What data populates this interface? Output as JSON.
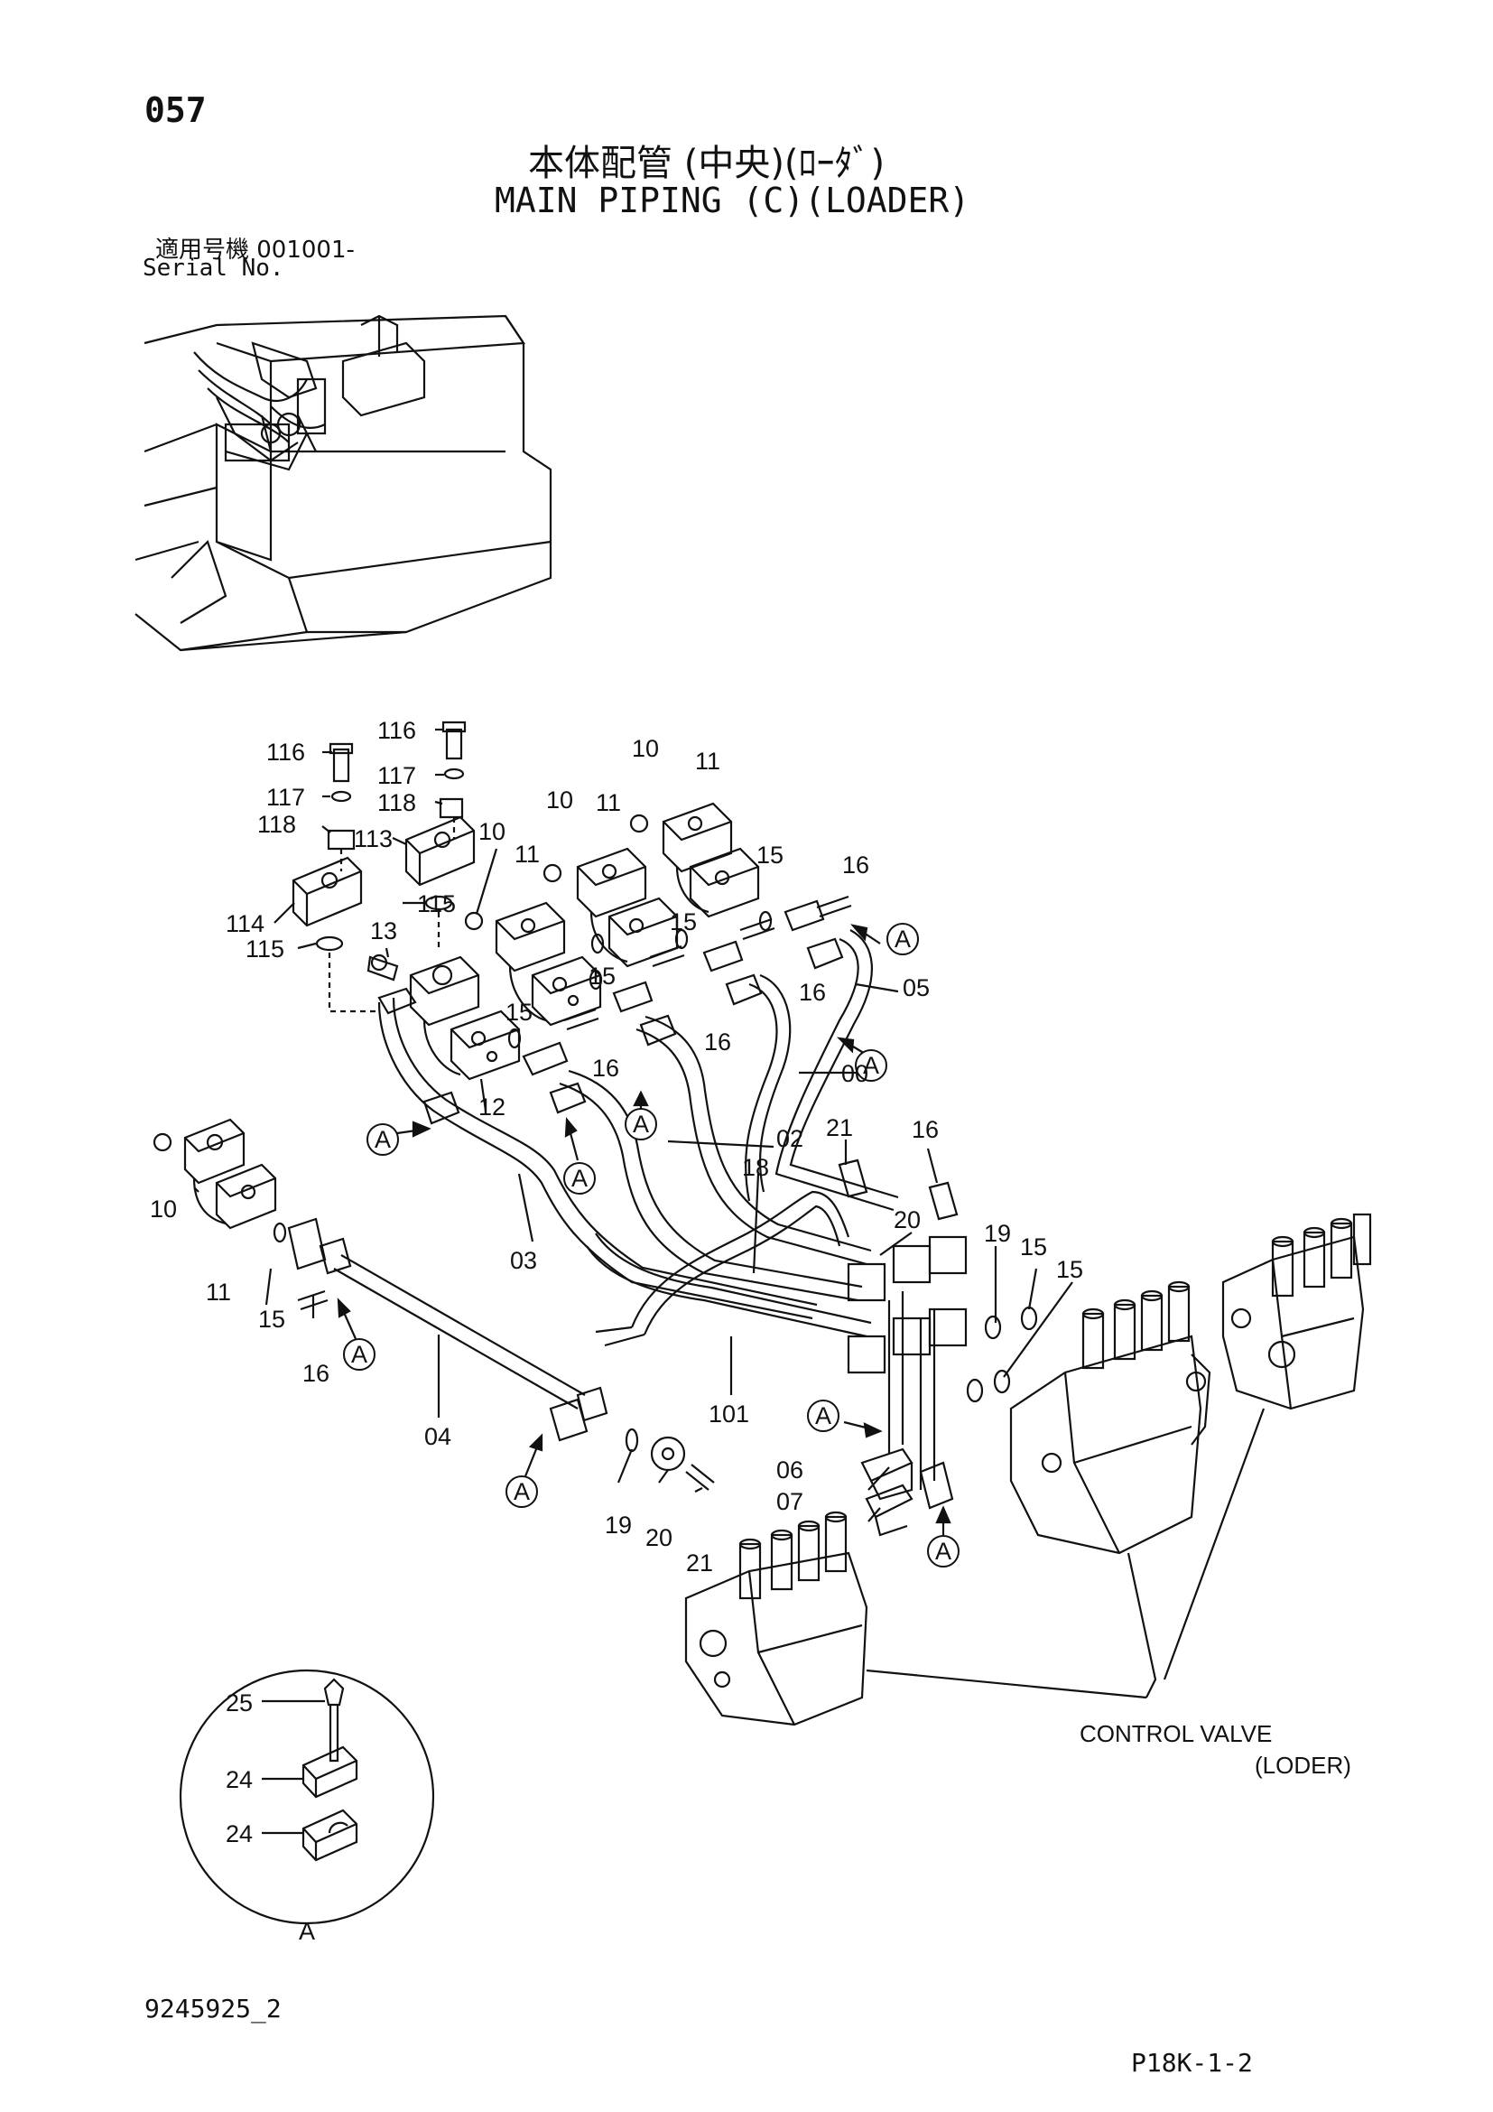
{
  "header": {
    "page_number": "057",
    "title_jp": "本体配管 (中央)(ﾛｰﾀﾞ)",
    "title_en": "MAIN PIPING (C)(LOADER)",
    "serial_label_jp": "適用号機  001001-",
    "serial_label_en": "Serial No."
  },
  "callouts": [
    "116",
    "116",
    "117",
    "117",
    "118",
    "118",
    "113",
    "114",
    "115",
    "115",
    "10",
    "10",
    "10",
    "10",
    "11",
    "11",
    "11",
    "11",
    "11",
    "13",
    "15",
    "15",
    "15",
    "15",
    "15",
    "15",
    "15",
    "16",
    "16",
    "16",
    "16",
    "16",
    "16",
    "16",
    "05",
    "00",
    "02",
    "03",
    "04",
    "12",
    "18",
    "19",
    "19",
    "20",
    "20",
    "21",
    "21",
    "101",
    "06",
    "07",
    "25",
    "24",
    "24"
  ],
  "view_marker": "A",
  "control_valve": {
    "label": "CONTROL VALVE",
    "sublabel": "(LODER)"
  },
  "footer": {
    "doc_code": "9245925_2",
    "page_code": "P18K-1-2"
  }
}
